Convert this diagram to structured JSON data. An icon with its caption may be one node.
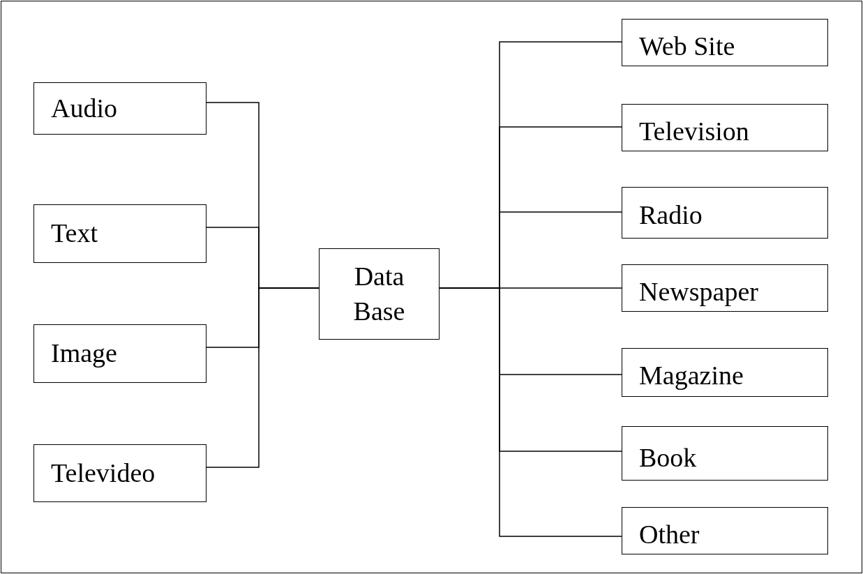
{
  "diagram": {
    "nodes": [
      {
        "text": [
          "Audio"
        ]
      },
      {
        "text": [
          "Text"
        ]
      },
      {
        "text": [
          "Image"
        ]
      },
      {
        "text": [
          "Televideo"
        ]
      },
      {
        "text": [
          "Data Base"
        ]
      },
      {
        "text": [
          "Web Site"
        ]
      },
      {
        "text": [
          "Television"
        ]
      },
      {
        "text": [
          "Radio"
        ]
      },
      {
        "text": [
          "Newspaper"
        ]
      },
      {
        "text": [
          "Magazine"
        ]
      },
      {
        "text": [
          "Book"
        ]
      },
      {
        "text": [
          "Other"
        ]
      }
    ],
    "edges": [
      {
        "from": 0,
        "to": 4,
        "arrow": "none"
      },
      {
        "from": 1,
        "to": 4,
        "arrow": "none"
      },
      {
        "from": 2,
        "to": 4,
        "arrow": "none"
      },
      {
        "from": 3,
        "to": 4,
        "arrow": "none"
      },
      {
        "from": 4,
        "to": 5,
        "arrow": "none"
      },
      {
        "from": 4,
        "to": 6,
        "arrow": "none"
      },
      {
        "from": 4,
        "to": 7,
        "arrow": "none"
      },
      {
        "from": 4,
        "to": 8,
        "arrow": "none"
      },
      {
        "from": 4,
        "to": 9,
        "arrow": "none"
      },
      {
        "from": 4,
        "to": 10,
        "arrow": "none"
      },
      {
        "from": 4,
        "to": 11,
        "arrow": "none"
      }
    ]
  }
}
